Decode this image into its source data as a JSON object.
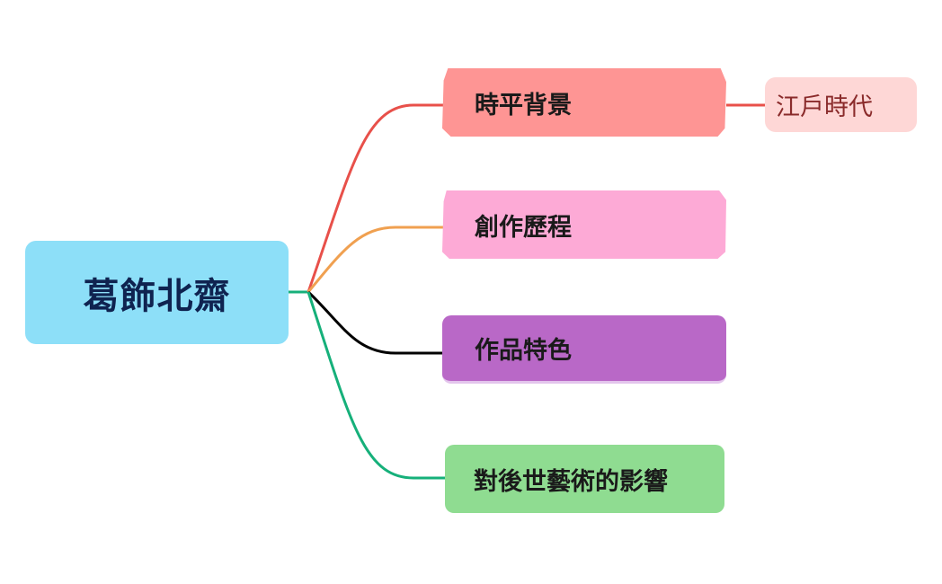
{
  "root": {
    "label": "葛飾北齋",
    "color": "#8ddff8"
  },
  "branches": [
    {
      "label": "時平背景",
      "fill": "#fe9594",
      "line": "#e8504a"
    },
    {
      "label": "創作歷程",
      "fill": "#fdaad6",
      "line": "#f0a050"
    },
    {
      "label": "作品特色",
      "fill": "#b968c7",
      "line": "#000000"
    },
    {
      "label": "對後世藝術的影響",
      "fill": "#8fdc91",
      "line": "#16b07a"
    }
  ],
  "leaves": [
    {
      "label": "江戶時代",
      "fill": "#fed7d6",
      "line": "#e8504a",
      "parent": 0
    }
  ]
}
